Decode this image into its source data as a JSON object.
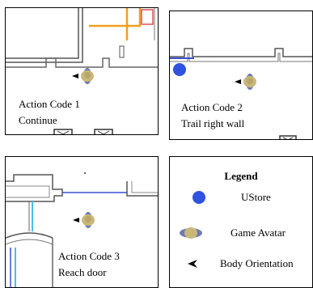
{
  "panels": [
    {
      "caption_line1": "Action Code 1",
      "caption_line2": "Continue"
    },
    {
      "caption_line1": "Action Code 2",
      "caption_line2": "Trail right wall"
    },
    {
      "caption_line1": "Action Code 3",
      "caption_line2": "Reach door"
    }
  ],
  "legend": {
    "title": "Legend",
    "items": [
      {
        "label": "UStore",
        "icon": "blue-circle"
      },
      {
        "label": "Game Avatar",
        "icon": "avatar"
      },
      {
        "label": "Body Orientation",
        "icon": "left-arrow"
      }
    ]
  },
  "colors": {
    "ustore": "#2f52e0",
    "avatar_body": "#c9b87a",
    "avatar_arms": "#6f7bb5",
    "wall": "#555555",
    "orange_wall": "#f0a020",
    "cyan_line": "#44c0e8",
    "blue_line": "#3a4fd0"
  }
}
